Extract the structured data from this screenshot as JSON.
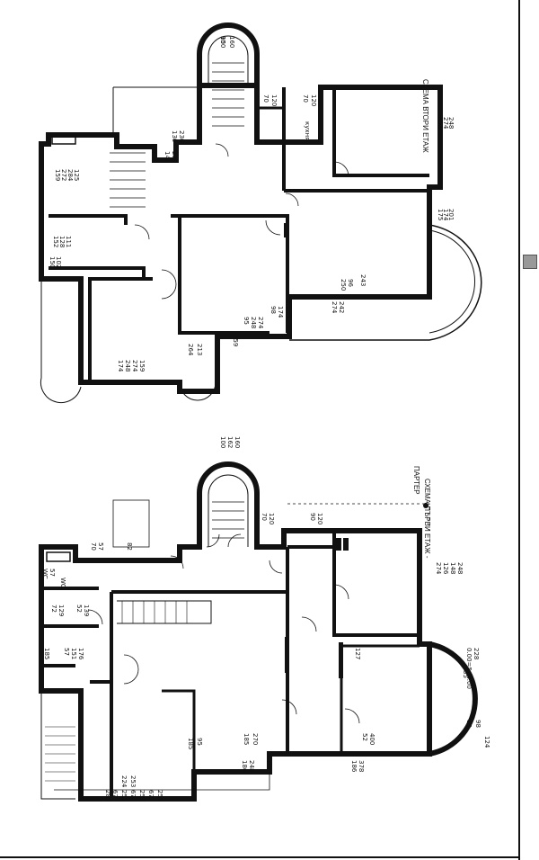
{
  "floors": {
    "upper": {
      "title": "СХЕМА ВТОРИ ЕТАЖ",
      "labels": [
        "100",
        "160",
        "70",
        "120",
        "70",
        "120",
        "кухня",
        "130",
        "230",
        "142",
        "236",
        "274",
        "248",
        "159",
        "174",
        "201",
        "175",
        "159",
        "272",
        "284",
        "125",
        "152",
        "128",
        "111",
        "150",
        "102",
        "250",
        "96",
        "274",
        "242",
        "243",
        "264",
        "213",
        "95",
        "248",
        "274",
        "159",
        "174",
        "248",
        "274",
        "159",
        "174",
        "213",
        "98",
        "95"
      ]
    },
    "lower": {
      "title": "СХЕМА ПЪРВИ ЕТАЖ -",
      "title2": "ПАРТЕР",
      "labels": [
        "100",
        "162",
        "160",
        "70",
        "120",
        "90",
        "120",
        "70",
        "57",
        "82",
        "WC",
        "WC",
        "57",
        "72",
        "129",
        "52",
        "139",
        "57",
        "151",
        "176",
        "185",
        "126",
        "274",
        "148",
        "248",
        "127",
        "0.00=544.00",
        "228",
        "35",
        "80",
        "98",
        "124",
        "52",
        "400",
        "186",
        "378",
        "185",
        "270",
        "186",
        "248",
        "185",
        "95",
        "224",
        "253",
        "282",
        "67",
        "257",
        "67",
        "257",
        "67",
        "257"
      ]
    }
  }
}
